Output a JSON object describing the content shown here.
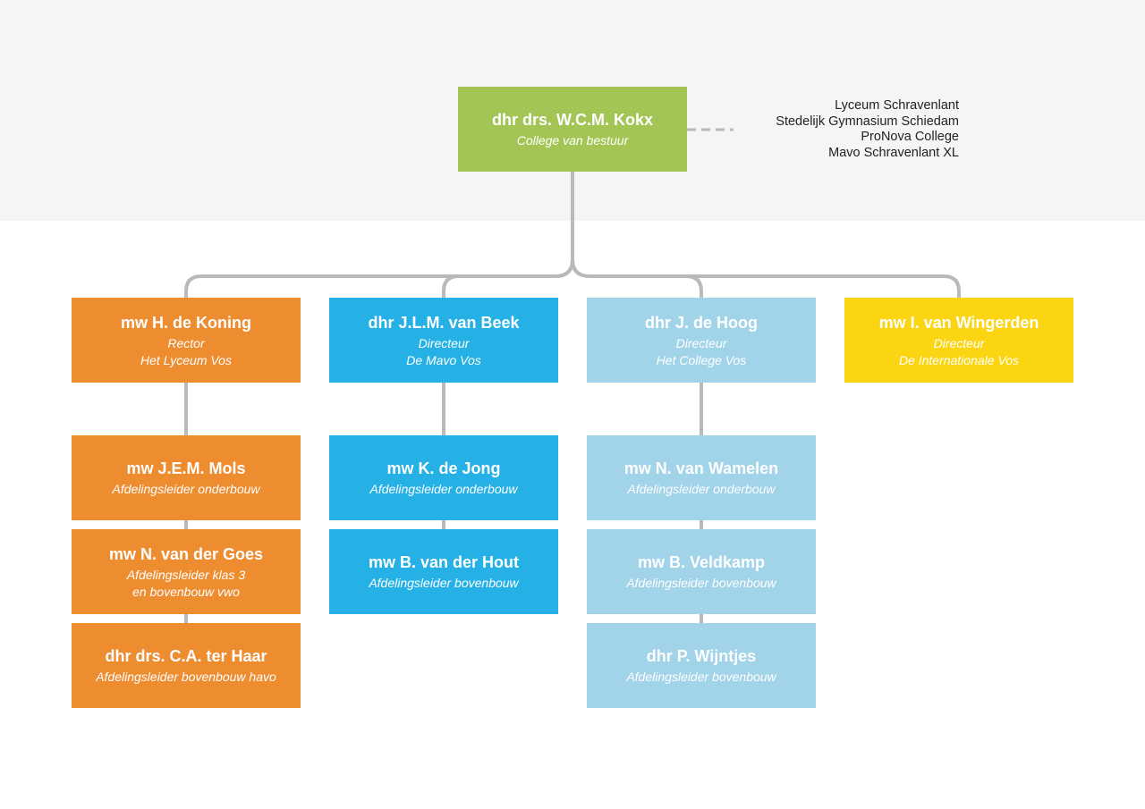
{
  "root": {
    "name": "dhr drs. W.C.M. Kokx",
    "role": "College van bestuur"
  },
  "schools": [
    "Lyceum Schravenlant",
    "Stedelijk Gymnasium Schiedam",
    "ProNova College",
    "Mavo Schravenlant XL"
  ],
  "columns": [
    {
      "head": {
        "name": "mw H. de Koning",
        "role": [
          "Rector",
          "Het Lyceum Vos"
        ]
      },
      "members": [
        {
          "name": "mw J.E.M. Mols",
          "role": [
            "Afdelingsleider onderbouw"
          ]
        },
        {
          "name": "mw N. van der Goes",
          "role": [
            "Afdelingsleider klas 3",
            "en bovenbouw vwo"
          ]
        },
        {
          "name": "dhr drs. C.A. ter Haar",
          "role": [
            "Afdelingsleider bovenbouw havo"
          ]
        }
      ]
    },
    {
      "head": {
        "name": "dhr J.L.M. van Beek",
        "role": [
          "Directeur",
          "De Mavo Vos"
        ]
      },
      "members": [
        {
          "name": "mw K. de Jong",
          "role": [
            "Afdelingsleider onderbouw"
          ]
        },
        {
          "name": "mw B. van der Hout",
          "role": [
            "Afdelingsleider bovenbouw"
          ]
        }
      ]
    },
    {
      "head": {
        "name": "dhr J. de Hoog",
        "role": [
          "Directeur",
          "Het College Vos"
        ]
      },
      "members": [
        {
          "name": "mw N. van Wamelen",
          "role": [
            "Afdelingsleider onderbouw"
          ]
        },
        {
          "name": "mw B. Veldkamp",
          "role": [
            "Afdelingsleider bovenbouw"
          ]
        },
        {
          "name": "dhr P. Wijntjes",
          "role": [
            "Afdelingsleider bovenbouw"
          ]
        }
      ]
    },
    {
      "head": {
        "name": "mw I. van Wingerden",
        "role": [
          "Directeur",
          "De Internationale Vos"
        ]
      },
      "members": []
    }
  ],
  "colors": {
    "background_top": "#f4f5f7",
    "connector": "#b9b9b9",
    "root": "#a2c555",
    "lyceum": "#ee8c30",
    "mavo": "#25b1e6",
    "college": "#a1d3e9",
    "internationale": "#fbd512"
  }
}
